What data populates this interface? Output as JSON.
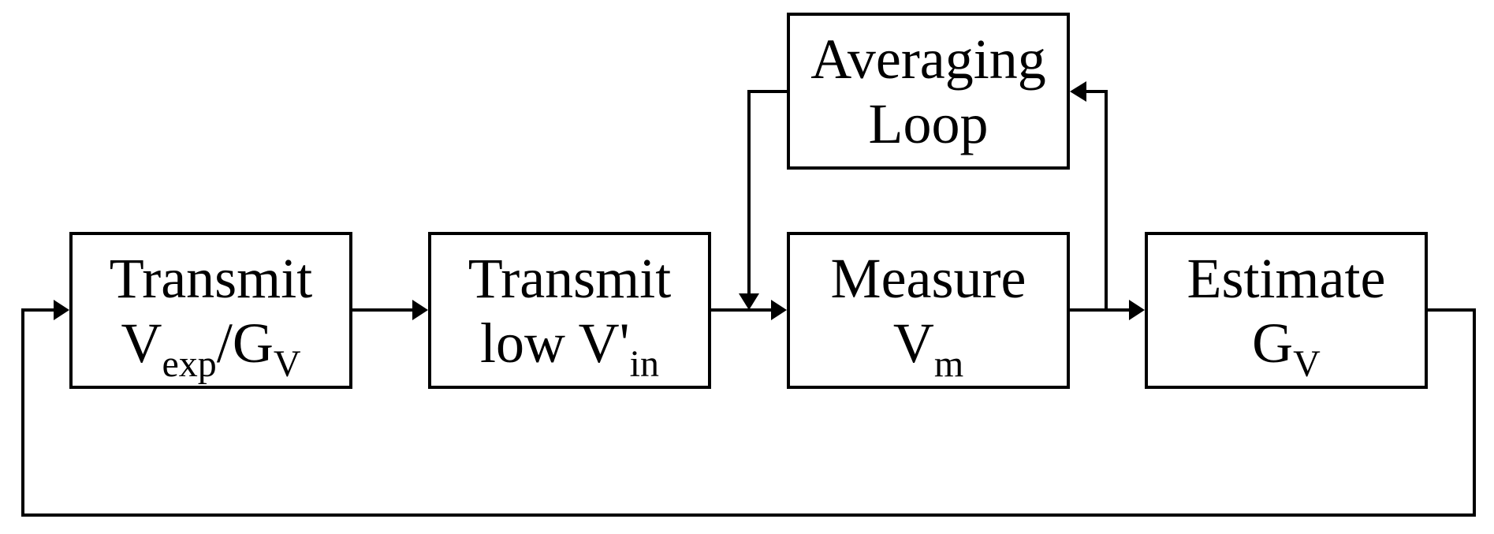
{
  "blocks": {
    "transmit_gv": {
      "line1": "Transmit",
      "v": "V",
      "v_sub": "exp",
      "slash_g": "/G",
      "g_sub": "V"
    },
    "transmit_low": {
      "line1": "Transmit",
      "line2_main": "low V'",
      "line2_sub": "in"
    },
    "measure": {
      "line1": "Measure",
      "line2_main": "V",
      "line2_sub": "m"
    },
    "estimate": {
      "line1": "Estimate",
      "line2_main": "G",
      "line2_sub": "V"
    },
    "averaging": {
      "line1": "Averaging",
      "line2": "Loop"
    }
  },
  "colors": {
    "stroke": "#000000",
    "background": "#ffffff"
  }
}
